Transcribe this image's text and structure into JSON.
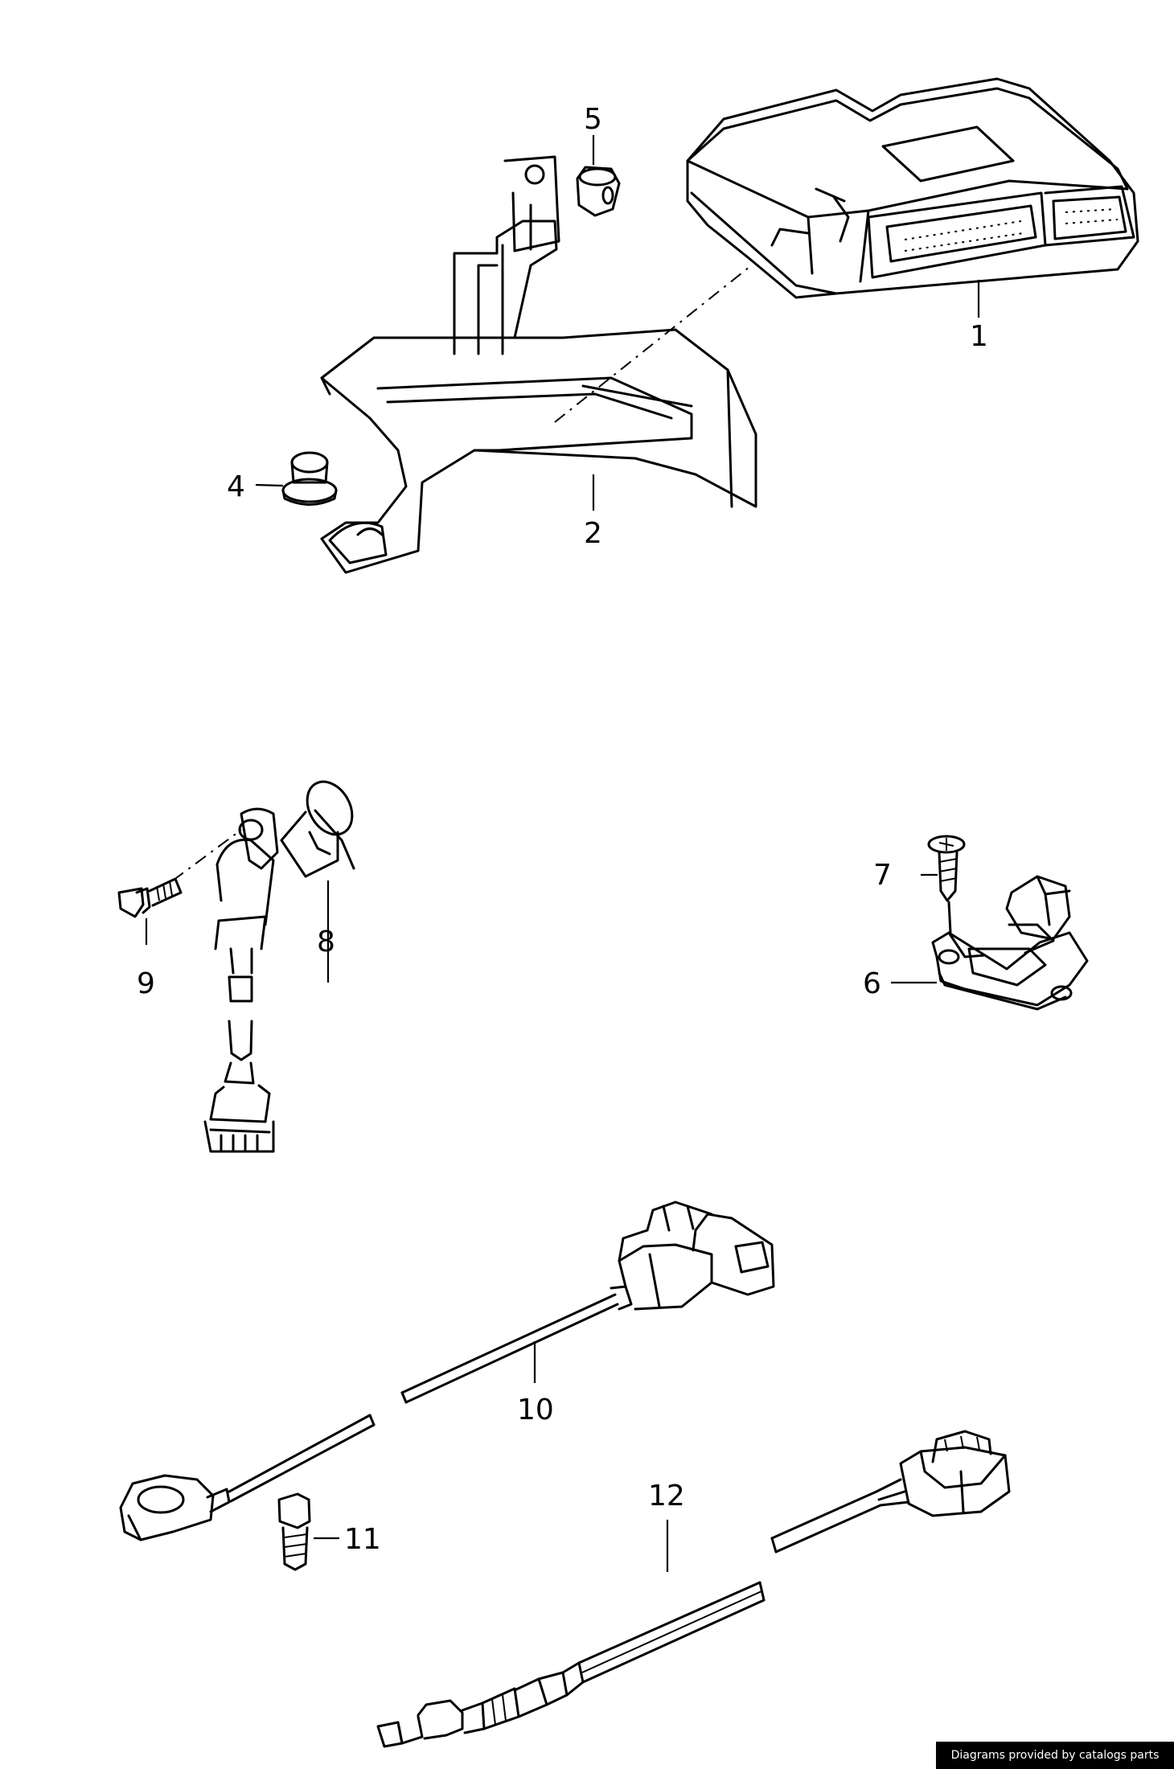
{
  "diagram": {
    "callouts": {
      "c1": "1",
      "c2": "2",
      "c4": "4",
      "c5": "5",
      "c6": "6",
      "c7": "7",
      "c8": "8",
      "c9": "9",
      "c10": "10",
      "c11": "11",
      "c12": "12"
    }
  },
  "credit": "Diagrams provided by catalogs parts"
}
